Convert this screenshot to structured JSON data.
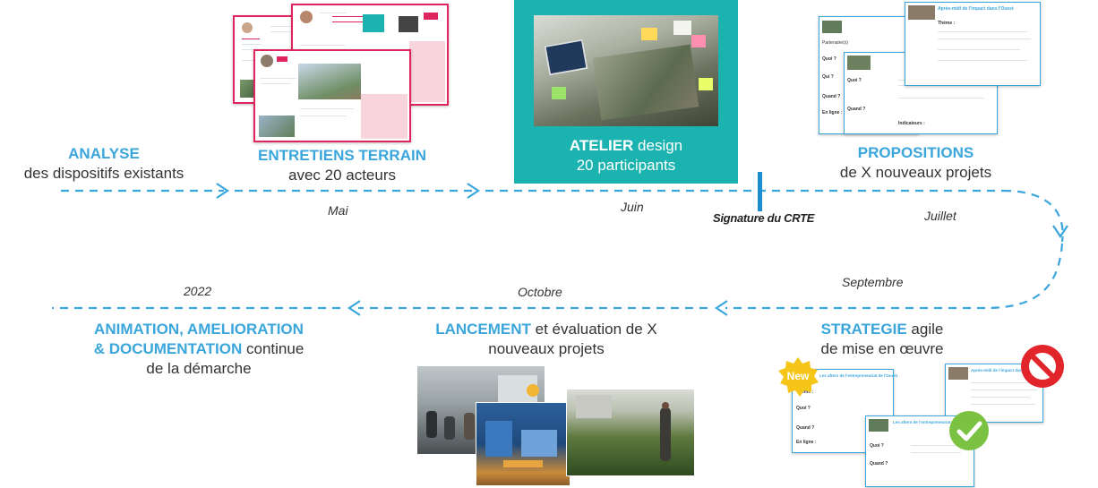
{
  "stages": {
    "analyse": {
      "title": "ANALYSE",
      "text": "des dispositifs existants"
    },
    "entretiens": {
      "title": "ENTRETIENS TERRAIN",
      "text": "avec 20 acteurs"
    },
    "atelier": {
      "title": "ATELIER",
      "title_rest": " design",
      "text": "20 participants"
    },
    "propositions": {
      "title": "PROPOSITIONS",
      "text": "de X nouveaux projets"
    },
    "strategie": {
      "title": "STRATEGIE",
      "title_rest": " agile",
      "text": "de mise en œuvre"
    },
    "lancement": {
      "title": "LANCEMENT",
      "title_rest": " et évaluation de X",
      "text": "nouveaux projets"
    },
    "animation": {
      "title_line1": "ANIMATION, AMELIORATION",
      "title_line2": "& DOCUMENTATION",
      "title_rest": " continue",
      "text": "de la démarche"
    }
  },
  "months": {
    "mai": "Mai",
    "juin": "Juin",
    "juillet": "Juillet",
    "septembre": "Septembre",
    "octobre": "Octobre",
    "year": "2022"
  },
  "milestone": {
    "label": "Signature du CRTE"
  },
  "badges": {
    "new": "New"
  },
  "thumbnails": {
    "proposition_title": "Après-midi de l'impact dans l'Ouest",
    "proposition_title2": "Les afters de l'entrepreneuriat de l'Ouest",
    "field_theme": "Thème :",
    "field_quoi": "Quoi ?",
    "field_qui": "Qui ?",
    "field_quand": "Quand ?",
    "field_en_ligne": "En ligne :",
    "field_indicateurs": "Indicateurs :",
    "field_partenaires": "Partenaire(s)"
  },
  "colors": {
    "accent": "#3aa6dc",
    "teal": "#1bb3b0",
    "pink": "#e0245e",
    "green": "#7cc242",
    "red": "#e2252b",
    "yellow": "#f5c518"
  }
}
